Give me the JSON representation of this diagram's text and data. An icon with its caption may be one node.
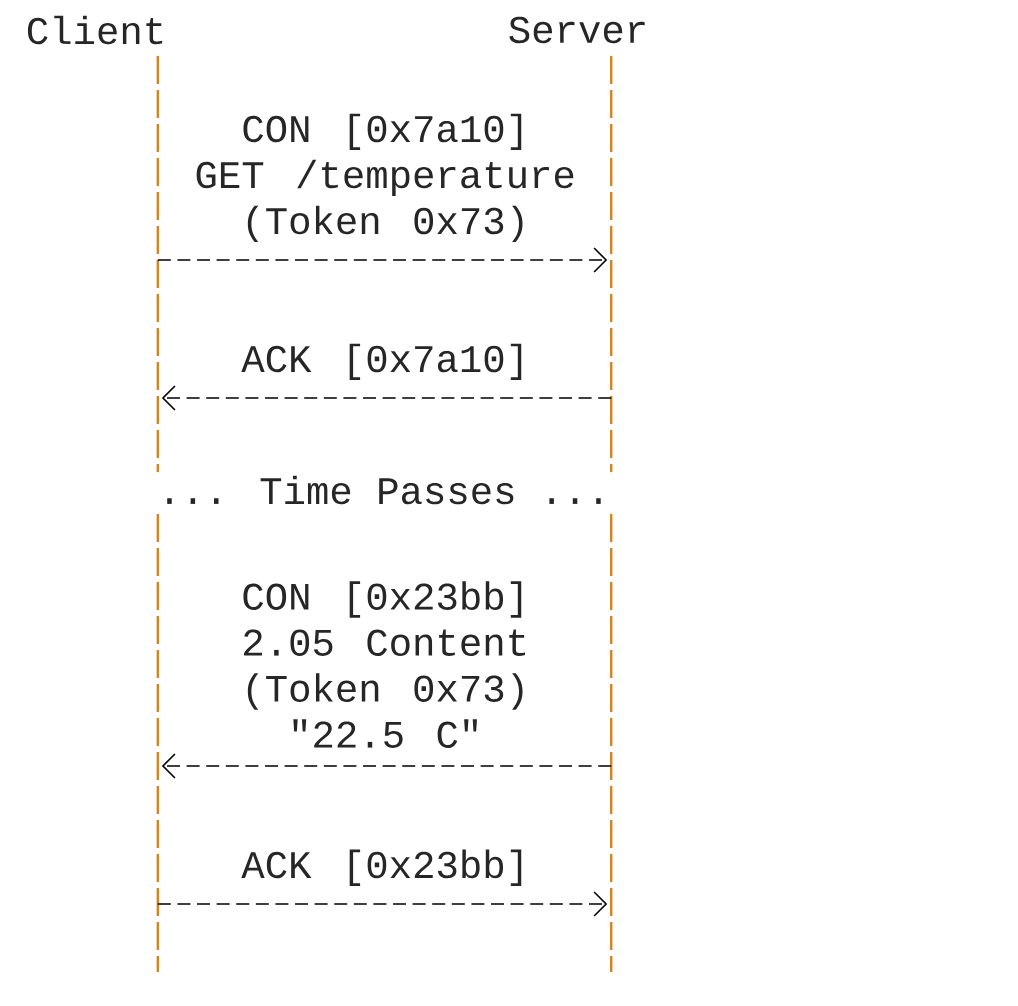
{
  "diagram": {
    "nodes": [
      {
        "text": [
          "Client"
        ]
      },
      {
        "text": [
          "Server"
        ]
      }
    ],
    "edges": [
      {
        "from": 0,
        "to": 1,
        "arrow": "to",
        "label": "CON [0x7a10] GET /temperature (Token 0x73)"
      },
      {
        "from": 1,
        "to": 0,
        "arrow": "to",
        "label": "ACK [0x7a10]"
      },
      {
        "from": 1,
        "to": 0,
        "arrow": "to",
        "label": "CON [0x23bb] 2.05 Content (Token 0x73) \"22.5 C\""
      },
      {
        "from": 0,
        "to": 1,
        "arrow": "to",
        "label": "ACK [0x23bb]"
      }
    ],
    "labels": [
      "... Time Passes ..."
    ]
  }
}
